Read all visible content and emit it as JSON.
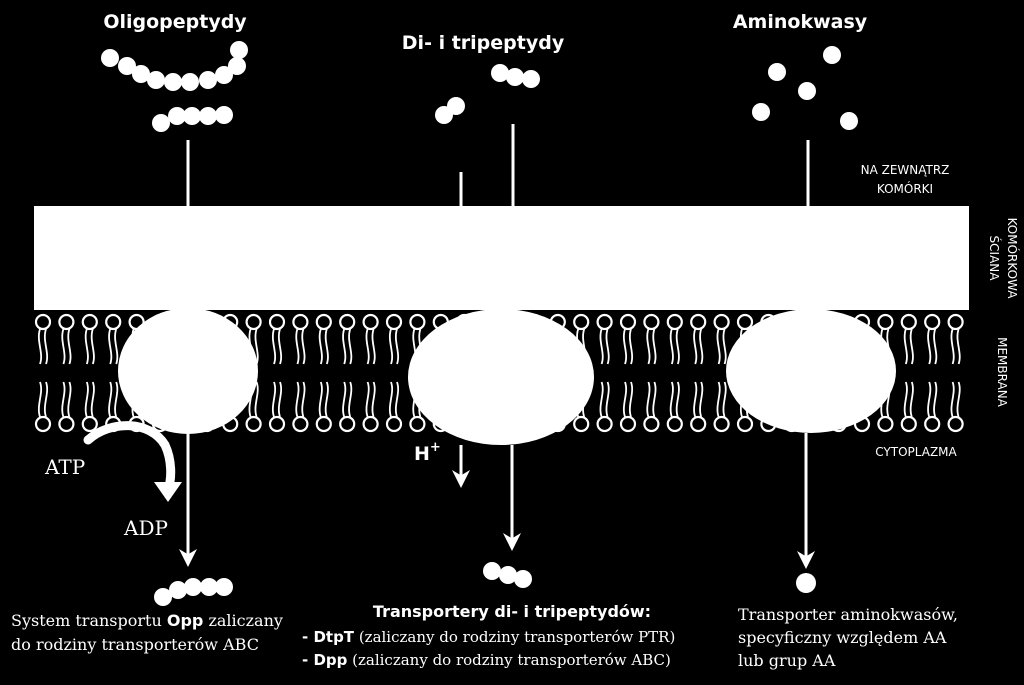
{
  "colors": {
    "background": "#000000",
    "foreground": "#ffffff"
  },
  "headers": {
    "oligo": "Oligopeptydy",
    "ditri": "Di- i tripeptydy",
    "amino": "Aminokwasy"
  },
  "zones": {
    "outside_line1": "NA ZEWNĄTRZ",
    "outside_line2": "KOMÓRKI",
    "wall_line1": "ŚCIANA",
    "wall_line2": "KOMÓRKOWA",
    "membrane": "MEMBRANA",
    "cytoplasm": "CYTOPLAZMA"
  },
  "energy": {
    "atp": "ATP",
    "adp": "ADP",
    "h_base": "H",
    "h_sup": "+"
  },
  "captions": {
    "opp_pre": "System transportu ",
    "opp_bold": "Opp",
    "opp_post": " zaliczany",
    "opp_line2": "do rodziny transporterów ABC",
    "ditri_title": "Transportery di- i tripeptydów:",
    "ditri_item1_bold": "- DtpT",
    "ditri_item1_rest": " (zaliczany do rodziny transporterów PTR)",
    "ditri_item2_bold": "- Dpp",
    "ditri_item2_rest": " (zaliczany do rodziny transporterów ABC)",
    "aa_line1": "Transporter aminokwasów,",
    "aa_line2": "specyficzny względem AA",
    "aa_line3": "lub grup AA"
  },
  "icons": [
    "peptide-chain-icon",
    "amino-acid-icon",
    "lipid-bilayer-icon",
    "transporter-protein-icon",
    "curved-arrow-icon"
  ]
}
